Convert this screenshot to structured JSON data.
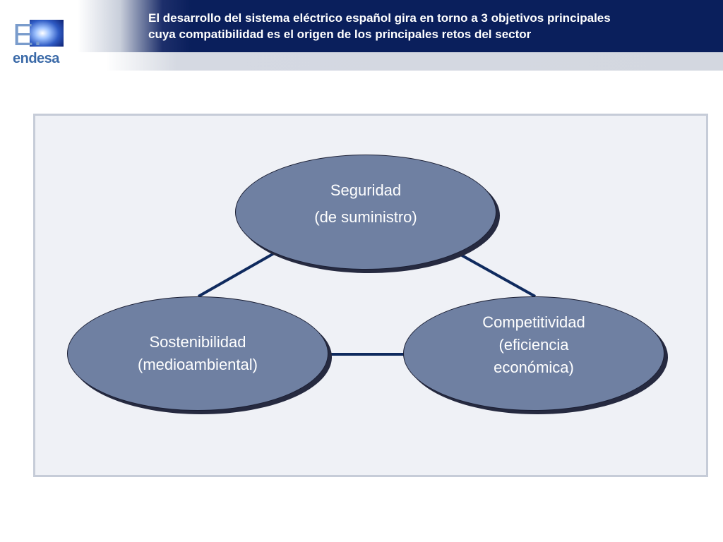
{
  "header": {
    "title_line1": "El desarrollo del sistema eléctrico español gira en torno a 3 objetivos principales",
    "title_line2": "cuya compatibilidad es el origen de los principales retos del sector"
  },
  "logo": {
    "mark": "E.",
    "name": "endesa",
    "icon": "endesa-logo-icon"
  },
  "diagram": {
    "nodes": [
      {
        "id": "seguridad",
        "lines": [
          "Seguridad",
          "(de suministro)"
        ]
      },
      {
        "id": "sostenibilidad",
        "lines": [
          "Sostenibilidad",
          "(medioambiental)"
        ]
      },
      {
        "id": "competitividad",
        "lines": [
          "Competitividad",
          "(eficiencia",
          "económica)"
        ]
      }
    ],
    "connectors": [
      {
        "from": "seguridad",
        "to": "sostenibilidad"
      },
      {
        "from": "seguridad",
        "to": "competitividad"
      },
      {
        "from": "sostenibilidad",
        "to": "competitividad"
      }
    ]
  },
  "colors": {
    "header_band": "#0a1f5c",
    "node_fill": "#6f80a2",
    "connector": "#0f2a5e",
    "panel_bg": "#eff1f6",
    "logo_text": "#3b6aa8"
  }
}
